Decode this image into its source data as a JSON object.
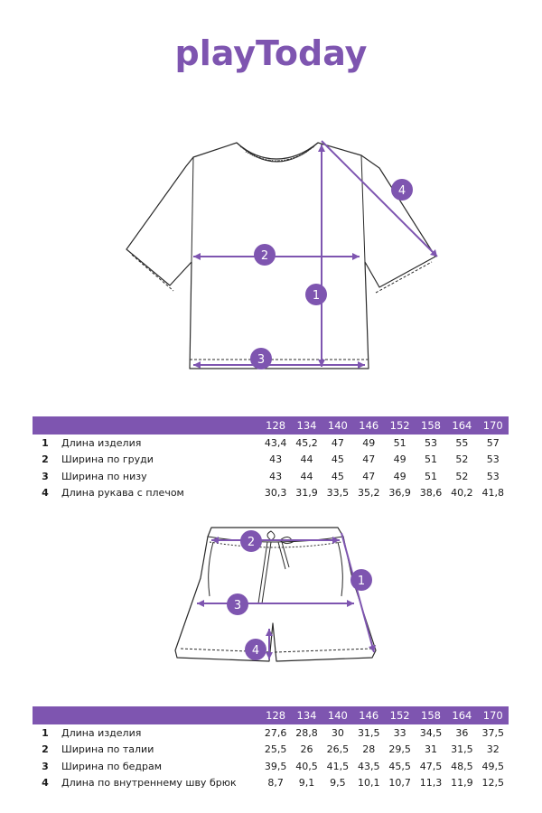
{
  "brand": {
    "logo_text": "playToday",
    "color": "#7e55b0"
  },
  "colors": {
    "accent": "#7e55b0",
    "marker": "#7e55b0",
    "sketch": "#2a2a2a"
  },
  "tshirt_markers": [
    "1",
    "2",
    "3",
    "4"
  ],
  "shorts_markers": [
    "1",
    "2",
    "3",
    "4"
  ],
  "tables": {
    "top": {
      "sizes": [
        "128",
        "134",
        "140",
        "146",
        "152",
        "158",
        "164",
        "170"
      ],
      "rows": [
        {
          "num": "1",
          "name": "Длина изделия",
          "values": [
            "43,4",
            "45,2",
            "47",
            "49",
            "51",
            "53",
            "55",
            "57"
          ]
        },
        {
          "num": "2",
          "name": "Ширина по груди",
          "values": [
            "43",
            "44",
            "45",
            "47",
            "49",
            "51",
            "52",
            "53"
          ]
        },
        {
          "num": "3",
          "name": "Ширина по низу",
          "values": [
            "43",
            "44",
            "45",
            "47",
            "49",
            "51",
            "52",
            "53"
          ]
        },
        {
          "num": "4",
          "name": "Длина рукава с плечом",
          "values": [
            "30,3",
            "31,9",
            "33,5",
            "35,2",
            "36,9",
            "38,6",
            "40,2",
            "41,8"
          ]
        }
      ]
    },
    "bottom": {
      "sizes": [
        "128",
        "134",
        "140",
        "146",
        "152",
        "158",
        "164",
        "170"
      ],
      "rows": [
        {
          "num": "1",
          "name": "Длина изделия",
          "values": [
            "27,6",
            "28,8",
            "30",
            "31,5",
            "33",
            "34,5",
            "36",
            "37,5"
          ]
        },
        {
          "num": "2",
          "name": "Ширина по талии",
          "values": [
            "25,5",
            "26",
            "26,5",
            "28",
            "29,5",
            "31",
            "31,5",
            "32"
          ]
        },
        {
          "num": "3",
          "name": "Ширина по бедрам",
          "values": [
            "39,5",
            "40,5",
            "41,5",
            "43,5",
            "45,5",
            "47,5",
            "48,5",
            "49,5"
          ]
        },
        {
          "num": "4",
          "name": "Длина по внутреннему шву брюк",
          "values": [
            "8,7",
            "9,1",
            "9,5",
            "10,1",
            "10,7",
            "11,3",
            "11,9",
            "12,5"
          ]
        }
      ]
    }
  }
}
